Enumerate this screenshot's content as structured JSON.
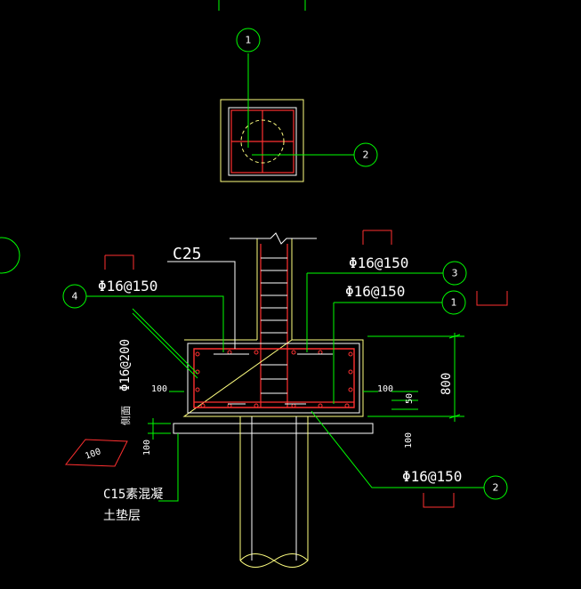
{
  "colors": {
    "background": "#000000",
    "leader": "#00ff00",
    "concrete": "#ffff80",
    "rebar": "#ff3030",
    "text": "#ffffff",
    "hatch": "#ffffff",
    "stirrup_wall": "#ffffff"
  },
  "labels": {
    "concrete_grade": "C25",
    "rebar_top_left": "Φ16@150",
    "rebar_top_right_upper": "Φ16@150",
    "rebar_top_right_lower": "Φ16@150",
    "rebar_side_vertical": "Φ16@200",
    "rebar_bottom": "Φ16@150",
    "cushion_line1": "C15素混凝",
    "cushion_line2": "土垫层",
    "side_note": "侧面",
    "hatch_label": "100"
  },
  "dimensions": {
    "left_cover": "100",
    "right_cover": "100",
    "height": "800",
    "top_cover": "50",
    "cushion_right": "100",
    "cushion_left": "100"
  },
  "callouts": {
    "plan_1": "1",
    "plan_2": "2",
    "sec_4": "4",
    "sec_3": "3",
    "sec_1": "1",
    "sec_2": "2"
  }
}
